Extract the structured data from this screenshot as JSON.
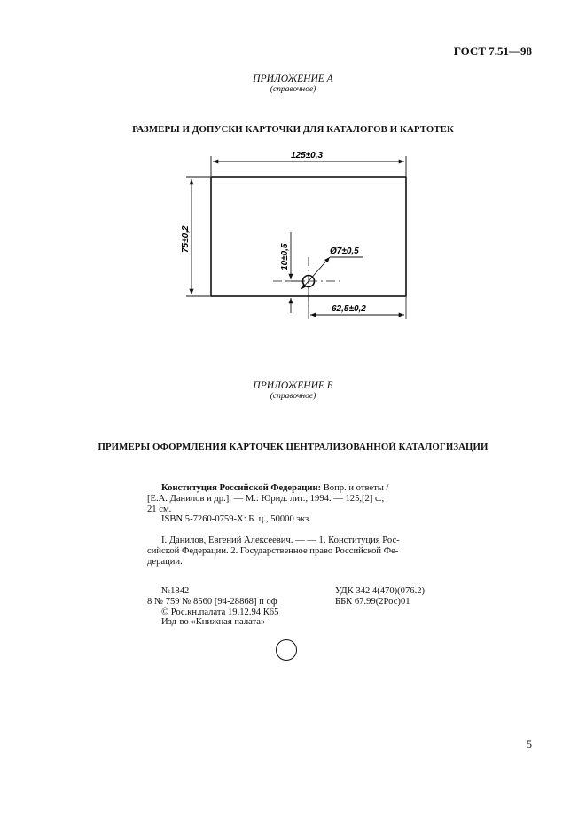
{
  "header": {
    "standard": "ГОСТ 7.51—98"
  },
  "appendix_a": {
    "title": "ПРИЛОЖЕНИЕ А",
    "note": "(справочное)",
    "heading": "РАЗМЕРЫ И ДОПУСКИ КАРТОЧКИ ДЛЯ КАТАЛОГОВ И КАРТОТЕК"
  },
  "drawing": {
    "width_label": "125±0,3",
    "height_label": "75±0,2",
    "hole_offset_label": "10±0,5",
    "hole_diameter_label": "Ø7±0,5",
    "hole_center_label": "62,5±0,2"
  },
  "appendix_b": {
    "title": "ПРИЛОЖЕНИЕ Б",
    "note": "(справочное)",
    "heading": "ПРИМЕРЫ ОФОРМЛЕНИЯ КАРТОЧЕК ЦЕНТРАЛИЗОВАННОЙ КАТАЛОГИЗАЦИИ"
  },
  "card": {
    "title_bold": "Конституция Российской Федерации:",
    "title_rest": " Вопр. и ответы /",
    "line2": "[Е.А. Данилов и др.]. — М.: Юрид. лит., 1994. — 125,[2] с.;",
    "line3": "21 см.",
    "isbn": "ISBN 5-7260-0759-Х: Б. ц., 50000 экз.",
    "tracing1": "I. Данилов, Евгений Алексеевич. — — 1. Конституция Рос-",
    "tracing2": "сийской Федерации. 2. Государственное право Российской Фе-",
    "tracing3": "дерации.",
    "number": "№1842",
    "order": "8 № 759 № 8560 [94-28868] п оф",
    "copyright": "© Рос.кн.палата 19.12.94 К65",
    "publisher": "Изд-во «Книжная палата»",
    "udc": "УДК 342.4(470)(076.2)",
    "bbk": "ББК 67.99(2Рос)01"
  },
  "footer": {
    "page_number": "5"
  }
}
